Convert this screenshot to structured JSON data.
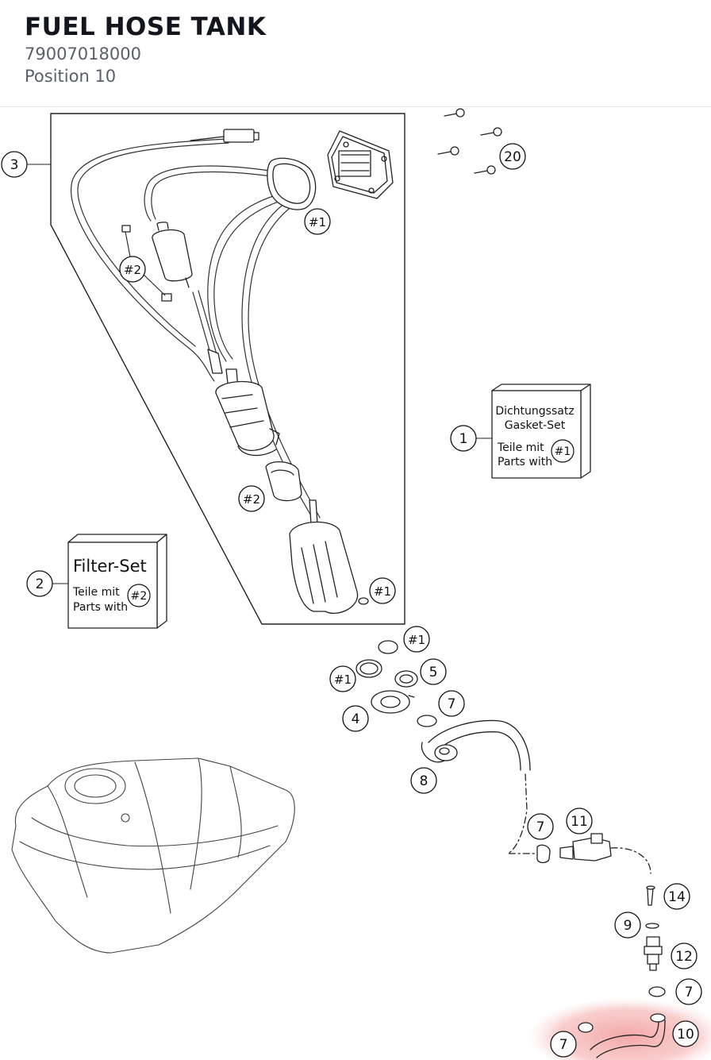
{
  "header": {
    "title": "FUEL HOSE TANK",
    "part_number": "79007018000",
    "position": "Position 10"
  },
  "callouts": [
    {
      "id": "c3",
      "label": "3"
    },
    {
      "id": "c20",
      "label": "20"
    },
    {
      "id": "c1a",
      "label": "#1"
    },
    {
      "id": "c2a",
      "label": "#2"
    },
    {
      "id": "c1",
      "label": "1"
    },
    {
      "id": "c2b",
      "label": "#2"
    },
    {
      "id": "c2",
      "label": "2"
    },
    {
      "id": "c1b",
      "label": "#1"
    },
    {
      "id": "c1c",
      "label": "#1"
    },
    {
      "id": "c1d",
      "label": "#1"
    },
    {
      "id": "c5",
      "label": "5"
    },
    {
      "id": "c4",
      "label": "4"
    },
    {
      "id": "c7a",
      "label": "7"
    },
    {
      "id": "c8",
      "label": "8"
    },
    {
      "id": "c7b",
      "label": "7"
    },
    {
      "id": "c11",
      "label": "11"
    },
    {
      "id": "c14",
      "label": "14"
    },
    {
      "id": "c9",
      "label": "9"
    },
    {
      "id": "c12",
      "label": "12"
    },
    {
      "id": "c7c",
      "label": "7"
    },
    {
      "id": "c7d",
      "label": "7"
    },
    {
      "id": "c10",
      "label": "10"
    }
  ],
  "gasket_box": {
    "line1": "Dichtungssatz",
    "line2": "Gasket-Set",
    "teile": "Teile mit",
    "parts": "Parts with",
    "ref": "#1"
  },
  "filter_box": {
    "title": "Filter-Set",
    "teile": "Teile mit",
    "parts": "Parts with",
    "ref": "#2"
  },
  "highlight_color": "#f4a0a0"
}
